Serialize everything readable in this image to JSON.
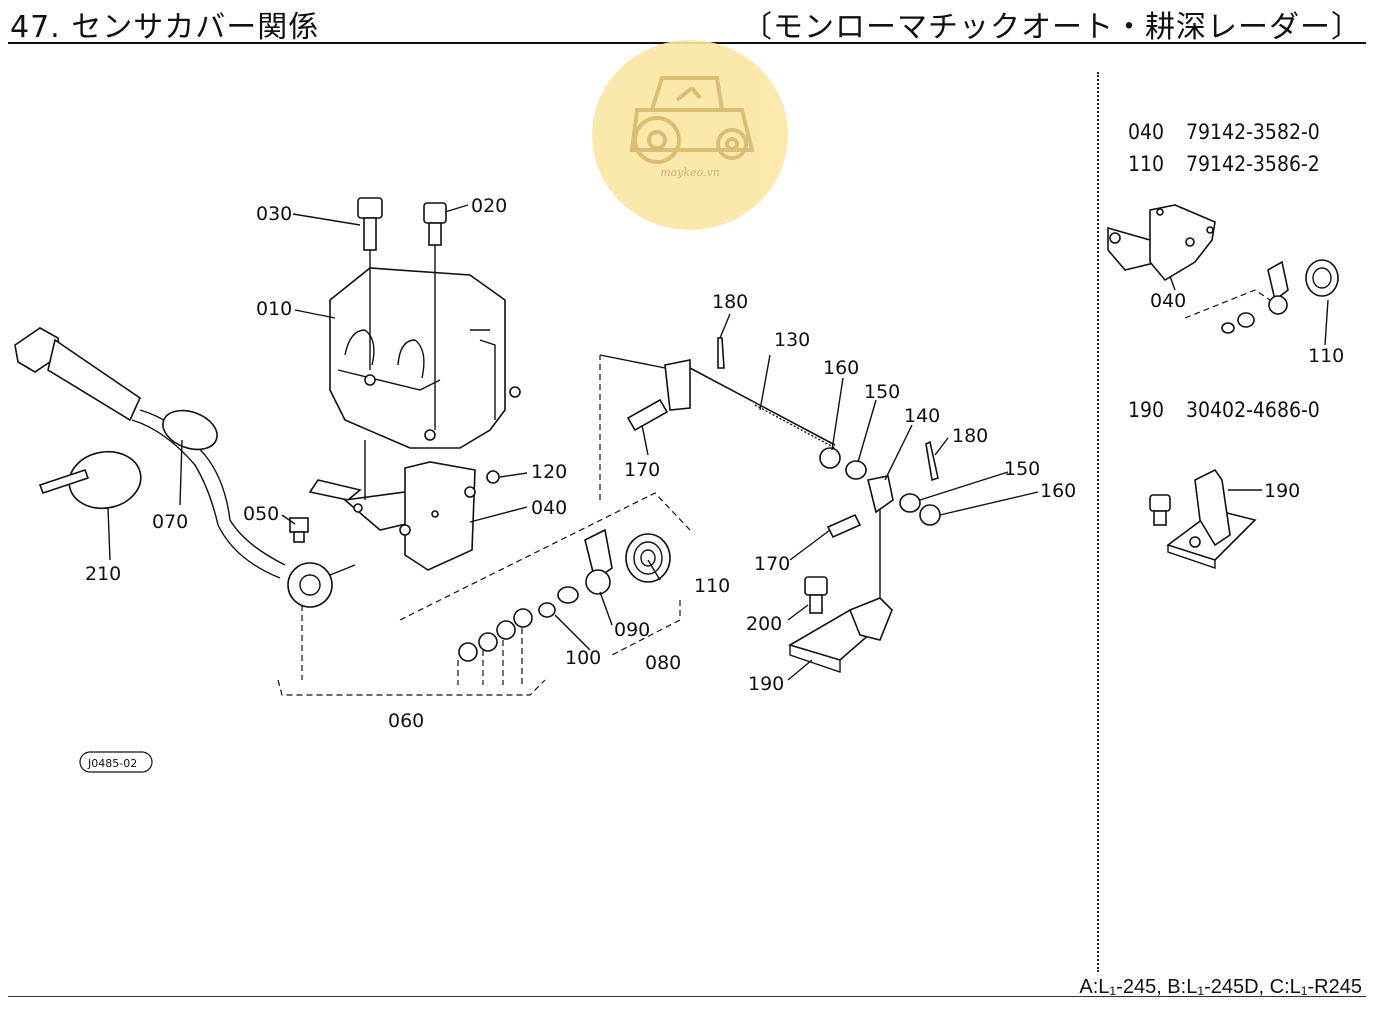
{
  "header": {
    "title": "47. センサカバー関係",
    "subtitle": "〔モンローマチックオート・耕深レーダー〕"
  },
  "footer": {
    "models": "A:L₁-245,  B:L₁-245D,  C:L₁-R245"
  },
  "watermark": {
    "text": "maykeo.vn",
    "icon": "tractor-icon",
    "color": "#fbe7a4"
  },
  "figure_code": "J0485-02",
  "parts_list": [
    {
      "no": "040",
      "part_number": "79142-3582-0"
    },
    {
      "no": "110",
      "part_number": "79142-3586-2"
    },
    {
      "no": "190",
      "part_number": "30402-4686-0"
    }
  ],
  "callouts": {
    "c010": "010",
    "c020": "020",
    "c030": "030",
    "c040": "040",
    "c050": "050",
    "c060": "060",
    "c070": "070",
    "c080": "080",
    "c090": "090",
    "c100": "100",
    "c110": "110",
    "c120": "120",
    "c130": "130",
    "c140": "140",
    "c150a": "150",
    "c150b": "150",
    "c160a": "160",
    "c160b": "160",
    "c170a": "170",
    "c170b": "170",
    "c180a": "180",
    "c180b": "180",
    "c190": "190",
    "c200": "200",
    "c210": "210"
  },
  "inset_callouts": {
    "i040": "040",
    "i110": "110",
    "i190": "190"
  }
}
